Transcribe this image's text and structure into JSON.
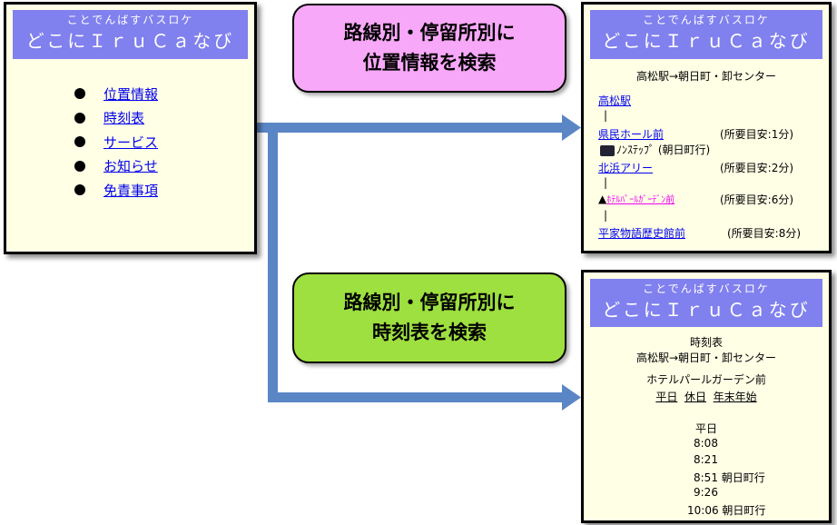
{
  "app": {
    "title_line1": "ことでんばすバスロケ",
    "title_line2": "どこにＩｒｕＣａなび"
  },
  "menu": {
    "items": [
      "位置情報",
      "時刻表",
      "サービス",
      "お知らせ",
      "免責事項"
    ]
  },
  "callouts": {
    "location": {
      "line1": "路線別・停留所別に",
      "line2": "位置情報を検索"
    },
    "timetable": {
      "line1": "路線別・停留所別に",
      "line2": "時刻表を検索"
    }
  },
  "location_screen": {
    "route": "高松駅→朝日町・卸センター",
    "stops": [
      {
        "name": "高松駅",
        "eta": ""
      },
      {
        "name": "県民ホール前",
        "eta": "(所要目安:1分)"
      },
      {
        "name": "北浜アリー",
        "eta": "(所要目安:2分)"
      },
      {
        "name": "ﾎﾃﾙﾊﾟｰﾙｶﾞｰﾃﾞﾝ前",
        "eta": "(所要目安:6分)"
      },
      {
        "name": "平家物語歴史館前",
        "eta": "(所要目安:8分)"
      }
    ],
    "bus_text": "ﾉﾝｽﾃｯﾌﾟ (朝日町行)",
    "marker": "▲"
  },
  "timetable_screen": {
    "heading": "時刻表",
    "route": "高松駅→朝日町・卸センター",
    "stop": "ホテルパールガーデン前",
    "day_tabs": [
      "平日",
      "休日",
      "年末年始"
    ],
    "selected_day": "平日",
    "times": [
      "8:08",
      "8:21",
      "8:51 朝日町行",
      "9:26",
      "10:06 朝日町行"
    ]
  },
  "colors": {
    "header": "#8080ee",
    "panel": "#ffffe6",
    "pink_callout": "#f8a8f8",
    "green_callout": "#9ee040",
    "arrow": "#5b86c6"
  }
}
